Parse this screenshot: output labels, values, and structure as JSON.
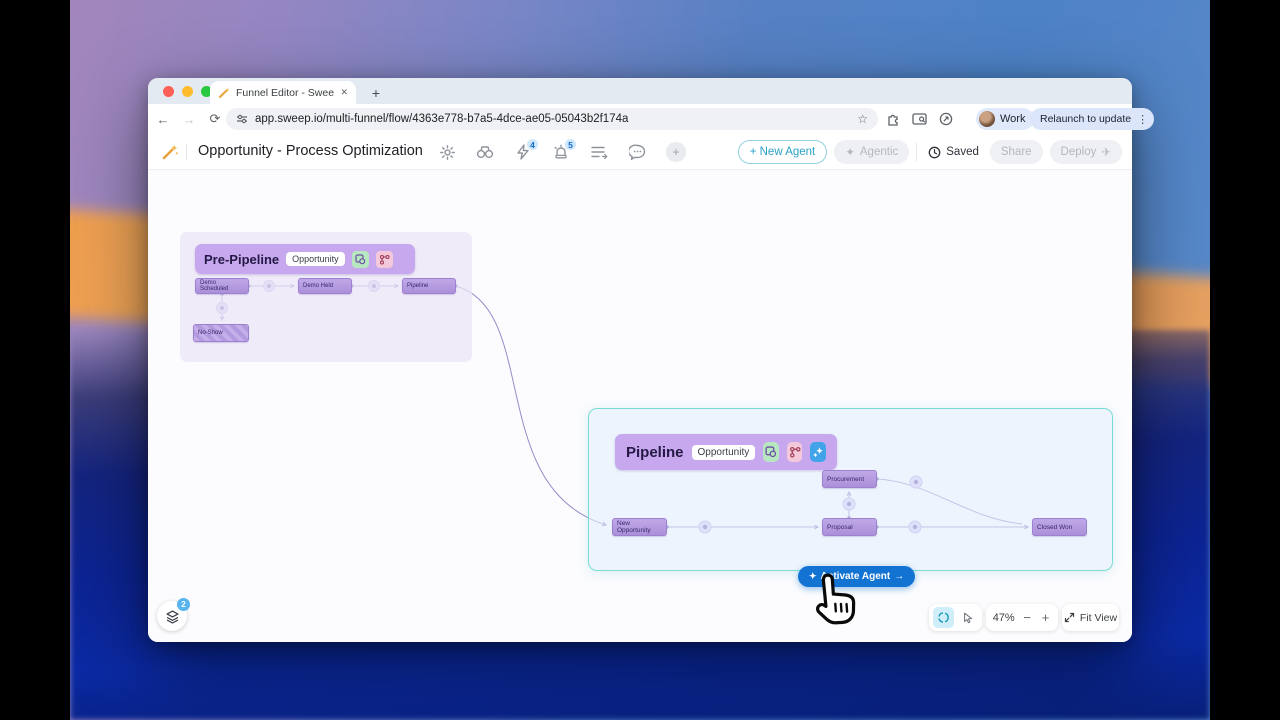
{
  "browser": {
    "tab_title": "Funnel Editor - Sweep",
    "url": "app.sweep.io/multi-funnel/flow/4363e778-b7a5-4dce-ae05-05043b2f174a",
    "work_label": "Work",
    "relaunch_label": "Relaunch to update"
  },
  "appbar": {
    "title": "Opportunity - Process Optimization",
    "automations_badge": "4",
    "alerts_badge": "5",
    "new_agent_label": "+ New Agent",
    "agentic_label": "Agentic",
    "saved_label": "Saved",
    "share_label": "Share",
    "deploy_label": "Deploy"
  },
  "canvas": {
    "groups": [
      {
        "name": "Pre-Pipeline",
        "tag": "Opportunity",
        "nodes": [
          "Demo Scheduled",
          "Demo Held",
          "Pipeline",
          "No-Show"
        ]
      },
      {
        "name": "Pipeline",
        "tag": "Opportunity",
        "nodes": [
          "New Opportunity",
          "Proposal",
          "Procurement",
          "Closed Won"
        ]
      }
    ],
    "activate_agent_label": "Activate Agent",
    "layers_badge": "2"
  },
  "controls": {
    "zoom_level": "47%",
    "fit_view_label": "Fit View"
  },
  "glyphs": {
    "plus": "+",
    "close": "✕",
    "star": "☆",
    "menu": "⋮",
    "sparkle": "✦",
    "arrow_right": "→",
    "minus": "−",
    "back": "←",
    "forward": "→",
    "reload": "⟳",
    "plane": "✈"
  },
  "colors": {
    "accent_blue": "#1273d3",
    "selection_teal": "#79dcd3",
    "group_purple": "#c7a7ee",
    "node_purple": "#b29ade"
  }
}
